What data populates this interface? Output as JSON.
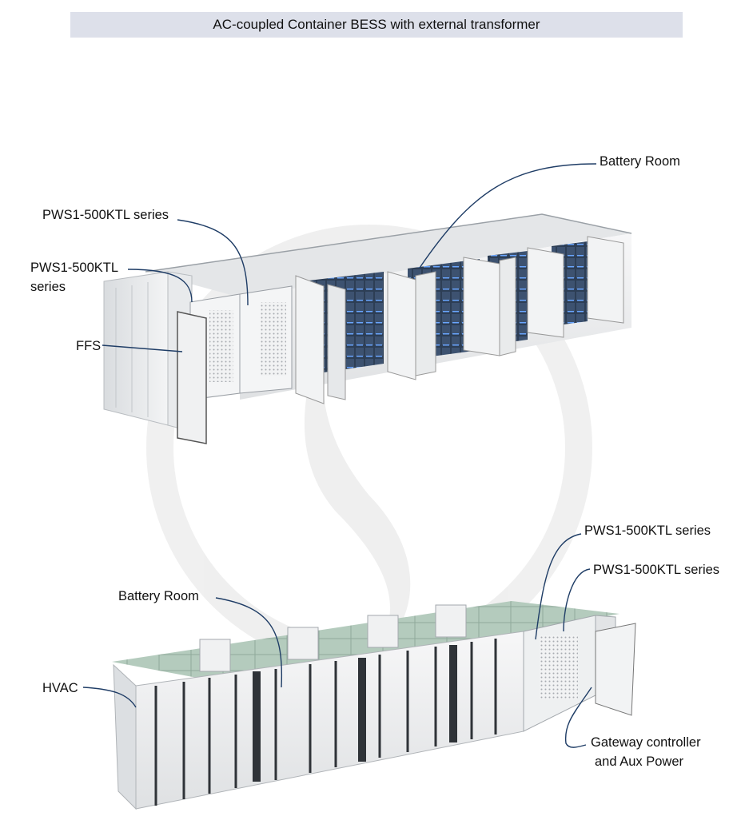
{
  "title": "AC-coupled Container BESS with external transformer",
  "top_diagram": {
    "labels": {
      "battery_room": "Battery Room",
      "pws_a": "PWS1-500KTL series",
      "pws_b_line1": "PWS1-500KTL",
      "pws_b_line2": "series",
      "ffs": "FFS"
    }
  },
  "bottom_diagram": {
    "labels": {
      "pws_a": "PWS1-500KTL series",
      "pws_b": "PWS1-500KTL series",
      "battery_room": "Battery Room",
      "hvac": "HVAC",
      "gateway_line1": "Gateway controller",
      "gateway_line2": "and Aux Power"
    }
  },
  "colors": {
    "title_bg": "#dde0ea",
    "leader_line": "#1f3d66",
    "container_body": "#eceef0",
    "battery_rack": "#2d3e55",
    "roof_glass": "#a9c2b2"
  }
}
